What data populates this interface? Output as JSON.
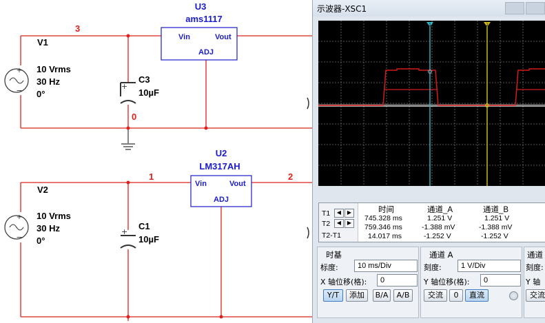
{
  "schematic": {
    "u3": {
      "name": "U3",
      "part": "ams1117",
      "pin_in": "Vin",
      "pin_out": "Vout",
      "pin_adj": "ADJ"
    },
    "u2": {
      "name": "U2",
      "part": "LM317AH",
      "pin_in": "Vin",
      "pin_out": "Vout",
      "pin_adj": "ADJ"
    },
    "v1": {
      "name": "V1",
      "amplitude": "10 Vrms",
      "freq": "30 Hz",
      "phase": "0°"
    },
    "v2": {
      "name": "V2",
      "amplitude": "10 Vrms",
      "freq": "30 Hz",
      "phase": "0°"
    },
    "c3": {
      "name": "C3",
      "value": "10µF"
    },
    "c1": {
      "name": "C1",
      "value": "10µF"
    },
    "nets": {
      "n3": "3",
      "n0": "0",
      "n1": "1",
      "n2": "2"
    }
  },
  "scope": {
    "title": "示波器-XSC1",
    "cursor_t1_label": "1",
    "cursor_t2_label": "2",
    "readout": {
      "row_labels": [
        "T1",
        "T2",
        "T2-T1"
      ],
      "col_time": "时间",
      "col_a": "通道_A",
      "col_b": "通道_B",
      "rows": [
        {
          "time": "745.328 ms",
          "a": "1.251 V",
          "b": "1.251 V"
        },
        {
          "time": "759.346 ms",
          "a": "-1.388 mV",
          "b": "-1.388 mV"
        },
        {
          "time": "14.017 ms",
          "a": "-1.252 V",
          "b": "-1.252 V"
        }
      ]
    },
    "timebase": {
      "title": "时基",
      "scale_label": "标度:",
      "scale_value": "10 ms/Div",
      "xpos_label": "X 轴位移(格):",
      "xpos_value": "0",
      "buttons": [
        "Y/T",
        "添加",
        "B/A",
        "A/B"
      ]
    },
    "channel_a": {
      "title": "通道 A",
      "scale_label": "刻度:",
      "scale_value": "1  V/Div",
      "ypos_label": "Y 轴位移(格):",
      "ypos_value": "0",
      "buttons": [
        "交流",
        "0",
        "直流"
      ]
    },
    "channel_b": {
      "title": "通道",
      "scale_label": "刻度:",
      "ypos_label": "Y 轴",
      "button": "交流"
    },
    "colors": {
      "wire": "#e0201b",
      "trace": "#d41a1a",
      "cursor1": "#36b7c8",
      "cursor2": "#d8c21a"
    }
  }
}
